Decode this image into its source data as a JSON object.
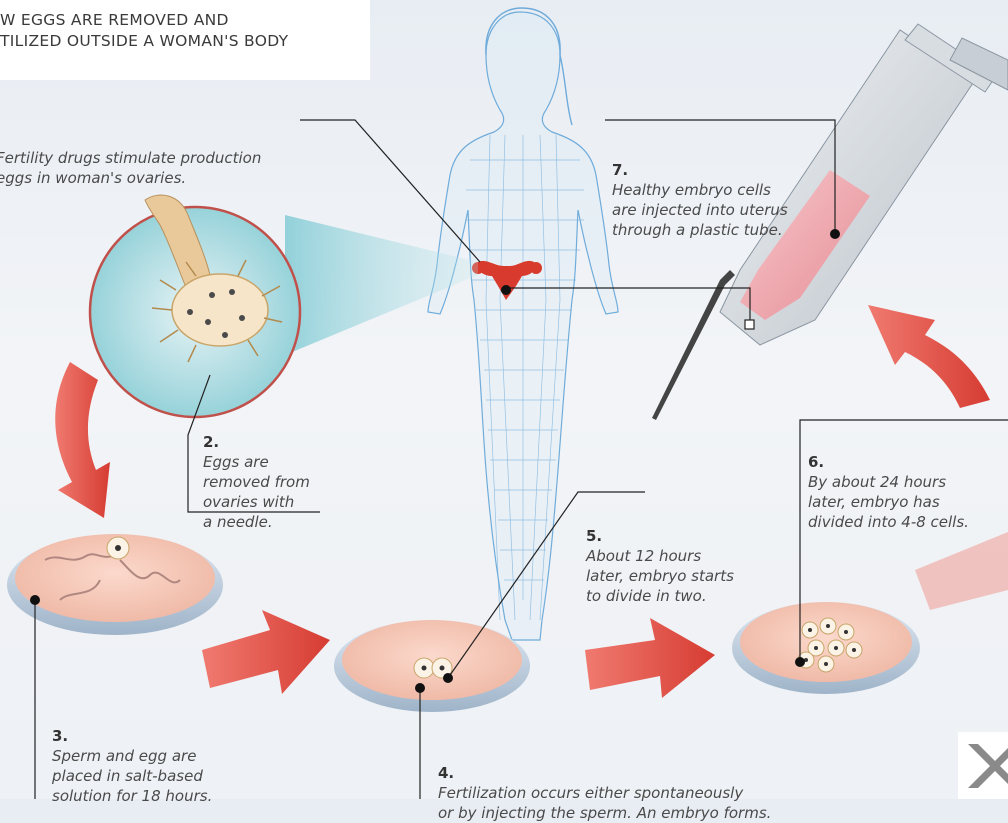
{
  "title": "W EGGS ARE REMOVED AND\nTILIZED OUTSIDE A WOMAN'S BODY",
  "steps": {
    "s1": {
      "text": "Fertility drugs stimulate production\neggs in woman's ovaries."
    },
    "s2": {
      "number": "2.",
      "text": "Eggs are\nremoved from\novaries with\na needle."
    },
    "s3": {
      "number": "3.",
      "text": "Sperm and egg are\nplaced in salt-based\nsolution for 18 hours."
    },
    "s4": {
      "number": "4.",
      "text": "Fertilization occurs either spontaneously\nor by injecting the sperm. An embryo forms."
    },
    "s5": {
      "number": "5.",
      "text": "About 12 hours\nlater, embryo starts\nto divide in two."
    },
    "s6": {
      "number": "6.",
      "text": "By about 24 hours\nlater, embryo has\ndivided into 4-8 cells."
    },
    "s7": {
      "number": "7.",
      "text": "Healthy embryo cells\nare injected into uterus\nthrough a plastic tube."
    }
  },
  "colors": {
    "arrow": "#e0524a",
    "dish_rim": "#c7d6e6",
    "dish_fill": "#f3c6b6",
    "body_mesh": "#5aa0d6",
    "uterus": "#d83a2e",
    "callout_lines": "#222222"
  }
}
